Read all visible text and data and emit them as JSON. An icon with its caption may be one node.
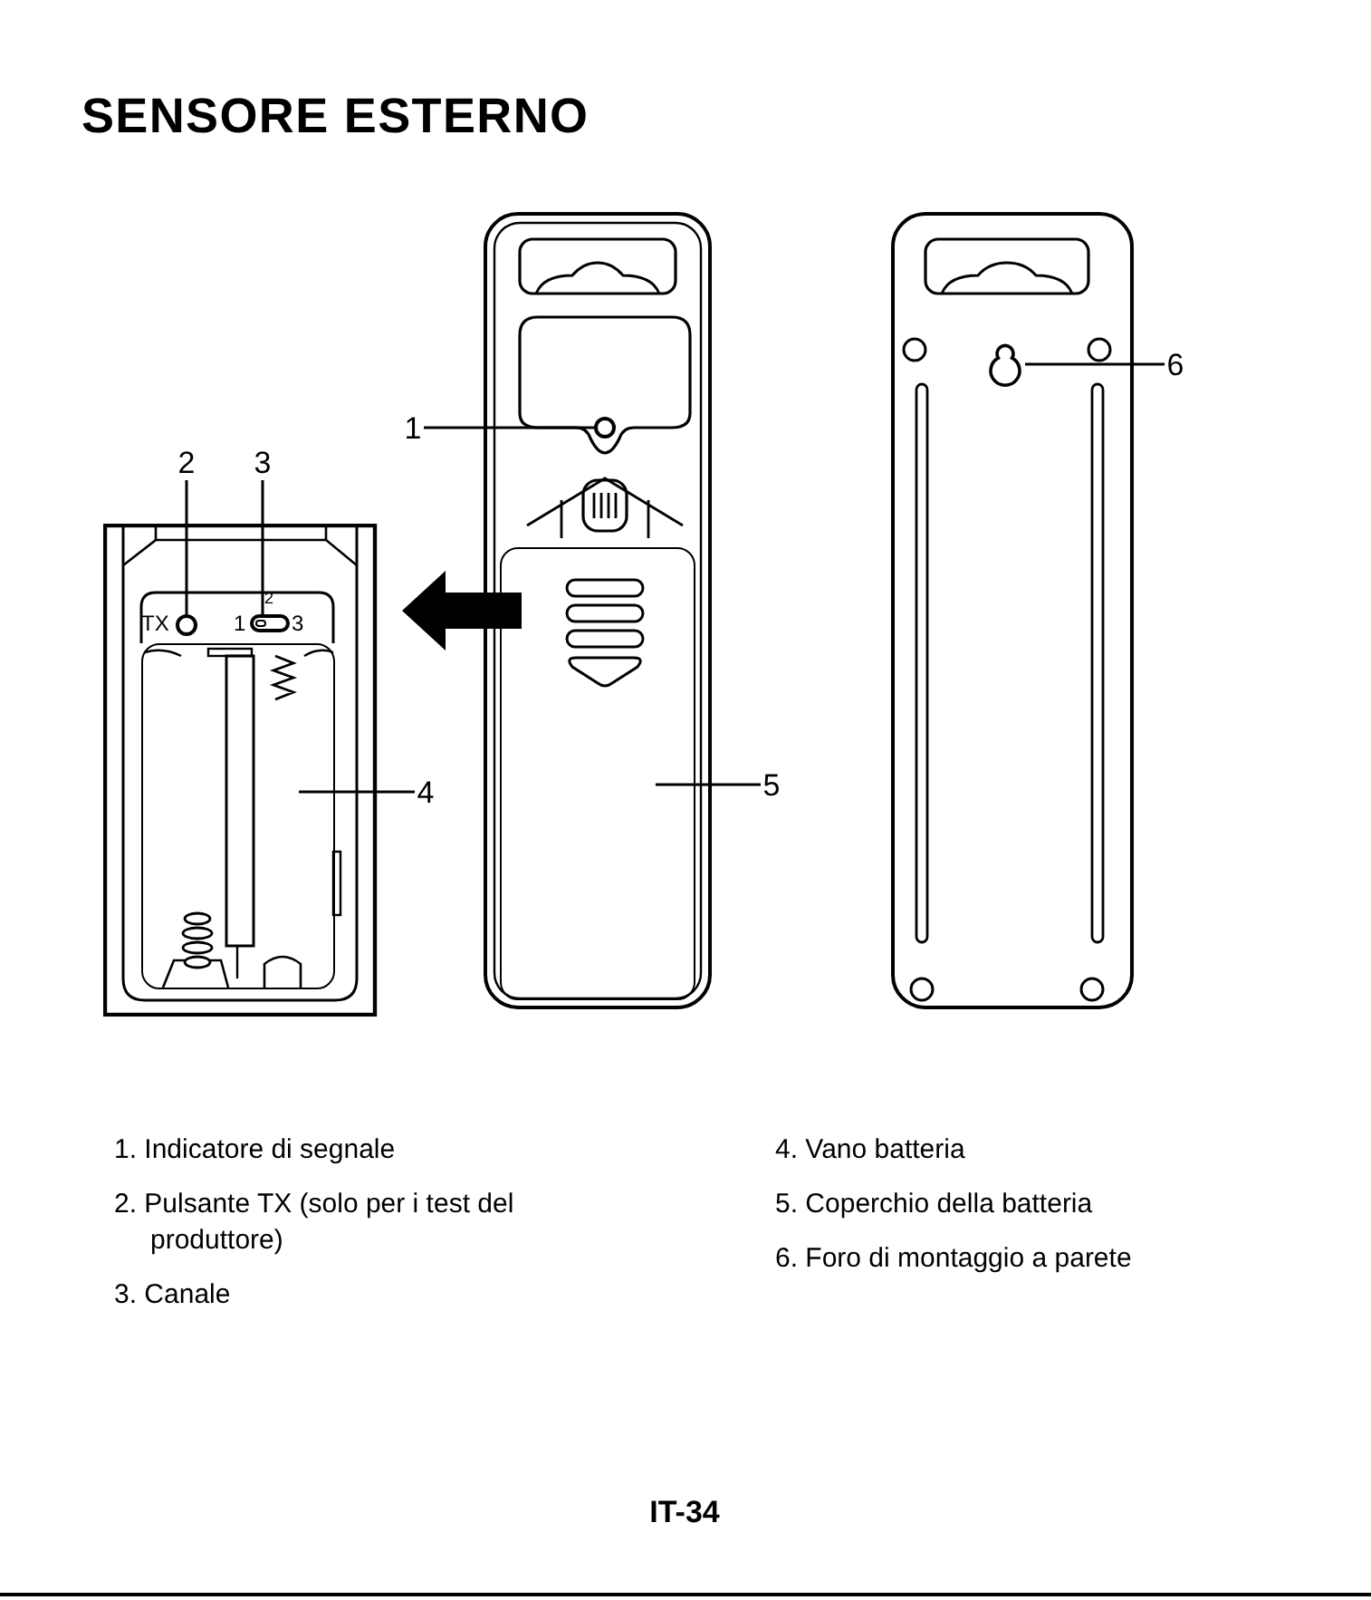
{
  "diagram": {
    "title": "SENSORE ESTERNO",
    "nodes": [
      {
        "text": [],
        "shape": "picture"
      },
      {
        "text": [
          "2"
        ]
      },
      {
        "text": [],
        "shape": "circle",
        "in": 0
      },
      {
        "text": [
          "3"
        ]
      },
      {
        "text": [],
        "shape": "switch",
        "in": 0
      },
      {
        "text": [
          "4"
        ]
      },
      {
        "text": [],
        "shape": "box",
        "in": 0
      },
      {
        "text": [],
        "shape": "picture"
      },
      {
        "text": [
          "1"
        ]
      },
      {
        "text": [],
        "shape": "circle",
        "in": 7
      },
      {
        "text": [
          "5"
        ]
      },
      {
        "text": [],
        "shape": "box",
        "in": 7
      },
      {
        "text": [
          "6"
        ]
      },
      {
        "text": [],
        "shape": "keyhole"
      }
    ],
    "edges": [
      {
        "from": 1,
        "to": 2,
        "arrow": "none"
      },
      {
        "from": 3,
        "to": 4,
        "arrow": "none"
      },
      {
        "from": 5,
        "to": 6,
        "arrow": "none"
      },
      {
        "from": 7,
        "to": 0,
        "arrow": "to",
        "style": "thick"
      },
      {
        "from": 8,
        "to": 9,
        "arrow": "none"
      },
      {
        "from": 10,
        "to": 11,
        "arrow": "none"
      },
      {
        "from": 12,
        "to": 13,
        "arrow": "none"
      }
    ],
    "labels": [
      "TX",
      "1",
      "2",
      "3",
      "1. Indicatore di segnale",
      "2. Pulsante TX (solo per i test del produttore)",
      "3. Canale",
      "4. Vano batteria",
      "5. Coperchio della batteria",
      "6. Foro di montaggio a parete",
      "IT-34"
    ]
  }
}
